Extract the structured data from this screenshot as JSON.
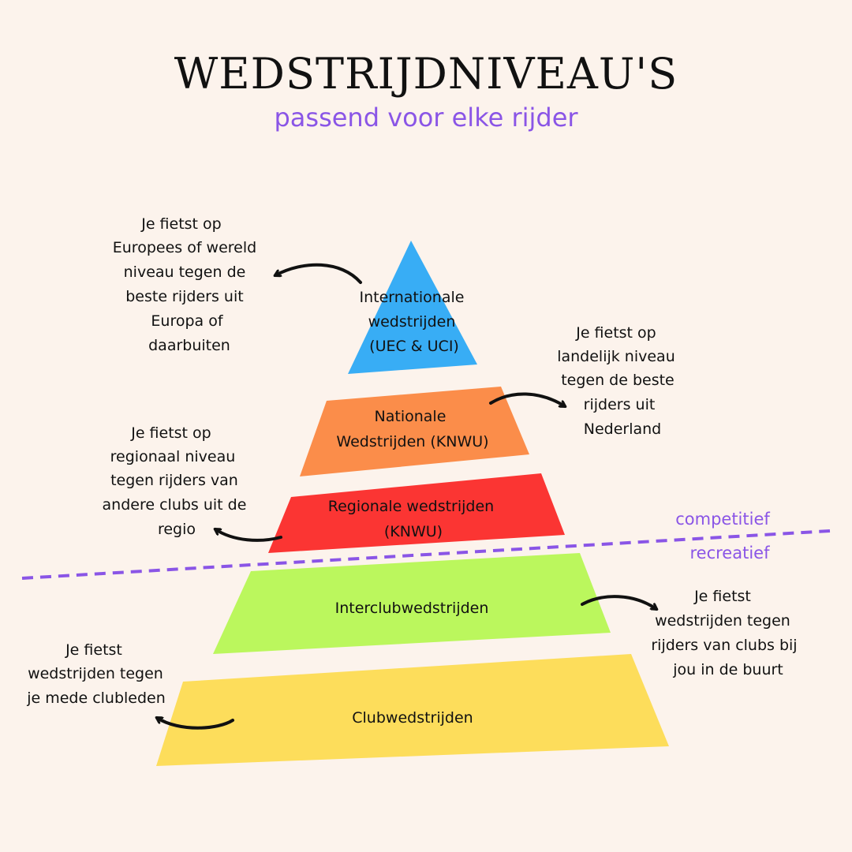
{
  "title": "WEDSTRIJDNIVEAU'S",
  "subtitle": "passend voor elke rijder",
  "colors": {
    "background": "#fcf3ec",
    "international": "#38adf5",
    "national": "#fb8d4a",
    "regional": "#fb3533",
    "interclub": "#bbf75d",
    "club": "#fddd5b",
    "accent": "#8a55e6"
  },
  "divider": {
    "upper_label": "competitief",
    "lower_label": "recreatief"
  },
  "levels": [
    {
      "id": "international",
      "lines": [
        "Internationale",
        "wedstrijden",
        "(UEC & UCI)"
      ]
    },
    {
      "id": "national",
      "lines": [
        "Nationale",
        "Wedstrijden (KNWU)"
      ]
    },
    {
      "id": "regional",
      "lines": [
        "Regionale wedstrijden",
        "(KNWU)"
      ]
    },
    {
      "id": "interclub",
      "lines": [
        "Interclubwedstrijden"
      ]
    },
    {
      "id": "club",
      "lines": [
        "Clubwedstrijden"
      ]
    }
  ],
  "notes": [
    {
      "id": "international",
      "lines": [
        "Je fietst op",
        "Europees of wereld",
        "niveau tegen de",
        "beste rijders uit",
        "Europa of",
        "daarbuiten"
      ]
    },
    {
      "id": "national",
      "lines": [
        "Je fietst op",
        "landelijk niveau",
        "tegen de beste",
        "rijders uit",
        "Nederland"
      ]
    },
    {
      "id": "regional",
      "lines": [
        "Je fietst op",
        "regionaal niveau",
        "tegen rijders van",
        "andere clubs uit de",
        "regio"
      ]
    },
    {
      "id": "interclub",
      "lines": [
        "Je fietst",
        "wedstrijden tegen",
        "rijders van clubs bij",
        "jou in de buurt"
      ]
    },
    {
      "id": "club",
      "lines": [
        "Je fietst",
        "wedstrijden tegen",
        "je mede clubleden"
      ]
    }
  ]
}
